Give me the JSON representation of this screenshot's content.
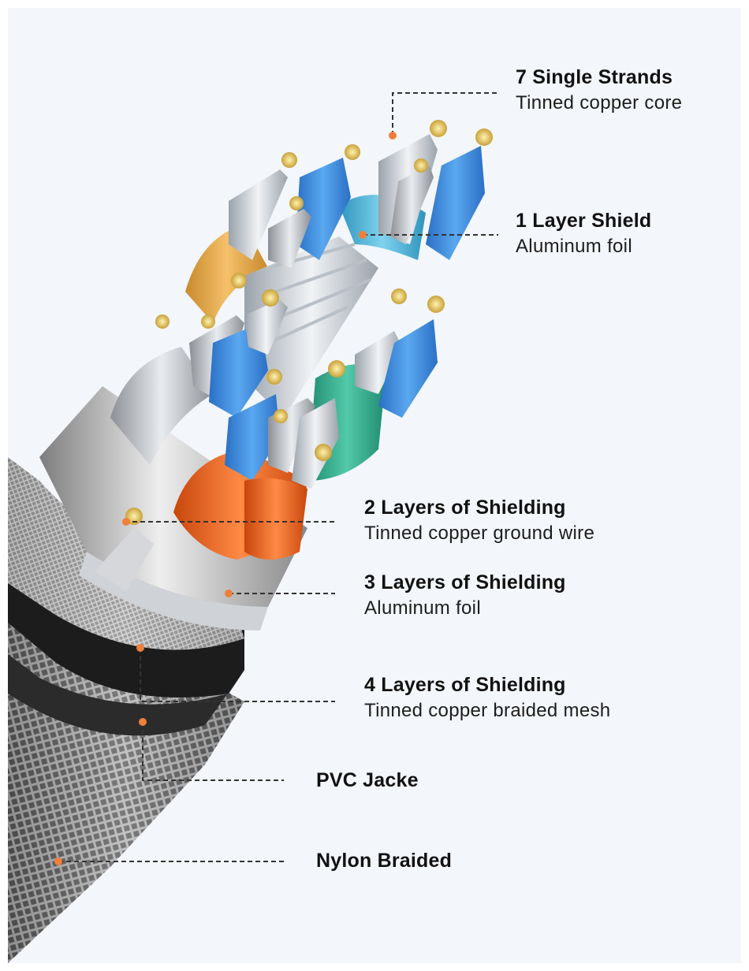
{
  "callouts": [
    {
      "id": "strands",
      "title": "7 Single Strands",
      "desc": "Tinned copper core"
    },
    {
      "id": "shield1",
      "title": "1 Layer Shield",
      "desc": "Aluminum foil"
    },
    {
      "id": "shield2",
      "title": "2 Layers of Shielding",
      "desc": "Tinned copper ground wire"
    },
    {
      "id": "shield3",
      "title": "3 Layers of Shielding",
      "desc": "Aluminum foil"
    },
    {
      "id": "shield4",
      "title": "4 Layers of Shielding",
      "desc": "Tinned copper braided mesh"
    },
    {
      "id": "pvc",
      "title": "PVC Jacke",
      "desc": ""
    },
    {
      "id": "nylon",
      "title": "Nylon Braided",
      "desc": ""
    }
  ],
  "colors": {
    "background": "#f3f6fb",
    "marker": "#f07f3a",
    "leader": "#333333",
    "insulation_blue": "#3d8fe0",
    "insulation_white": "#d9dde2",
    "foil_orange": "#e6a64a",
    "foil_teal": "#4ab3d6",
    "foil_green": "#2fa88a",
    "insulation_orange": "#f06a24",
    "jacket_black": "#1c1c1c",
    "copper_tinned": "#e2c35a"
  },
  "icons": [
    "pointer-dot-icon"
  ]
}
